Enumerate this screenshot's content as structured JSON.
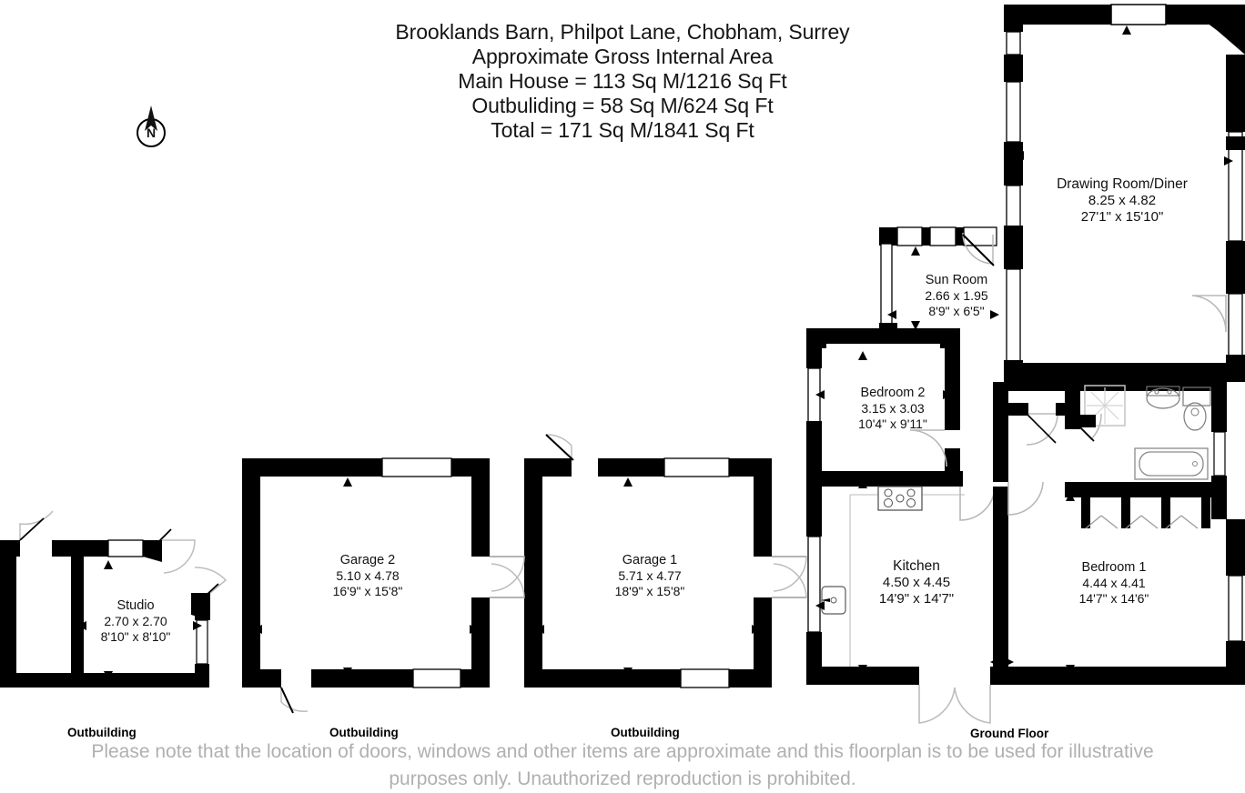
{
  "title": {
    "line1": "Brooklands Barn, Philpot Lane, Chobham, Surrey",
    "line2": "Approximate Gross Internal Area",
    "line3": "Main House = 113 Sq M/1216 Sq Ft",
    "line4": "Outbuliding = 58 Sq M/624 Sq Ft",
    "line5": "Total = 171 Sq M/1841 Sq Ft"
  },
  "compass": {
    "label": "N"
  },
  "rooms": [
    {
      "id": "drawing-room-diner",
      "name": "Drawing Room/Diner",
      "dim_metric": "8.25 x 4.82",
      "dim_imperial": "27'1\" x 15'10\""
    },
    {
      "id": "sun-room",
      "name": "Sun Room",
      "dim_metric": "2.66 x 1.95",
      "dim_imperial": "8'9\" x 6'5\""
    },
    {
      "id": "bedroom-2",
      "name": "Bedroom 2",
      "dim_metric": "3.15 x 3.03",
      "dim_imperial": "10'4\" x 9'11\""
    },
    {
      "id": "kitchen",
      "name": "Kitchen",
      "dim_metric": "4.50 x 4.45",
      "dim_imperial": "14'9\" x 14'7\""
    },
    {
      "id": "bedroom-1",
      "name": "Bedroom 1",
      "dim_metric": "4.44 x 4.41",
      "dim_imperial": "14'7\" x 14'6\""
    },
    {
      "id": "garage-1",
      "name": "Garage 1",
      "dim_metric": "5.71 x 4.77",
      "dim_imperial": "18'9\" x 15'8\""
    },
    {
      "id": "garage-2",
      "name": "Garage 2",
      "dim_metric": "5.10 x 4.78",
      "dim_imperial": "16'9\" x 15'8\""
    },
    {
      "id": "studio",
      "name": "Studio",
      "dim_metric": "2.70 x 2.70",
      "dim_imperial": "8'10\" x 8'10\""
    }
  ],
  "floor_captions": [
    {
      "id": "studio-caption",
      "label": "Outbuilding"
    },
    {
      "id": "garage2-caption",
      "label": "Outbuilding"
    },
    {
      "id": "garage1-caption",
      "label": "Outbuilding"
    },
    {
      "id": "main-caption",
      "label": "Ground Floor"
    }
  ],
  "disclaimer": {
    "line1": "Please note that the location of doors, windows and other items are approximate and this floorplan is to be used for illustrative",
    "line2": "purposes only. Unauthorized reproduction is prohibited."
  },
  "colors": {
    "wall": "#000000",
    "window": "#ffffff",
    "fixture_outline": "#9a9a9a",
    "disclaimer_text": "#b0b0b0",
    "text": "#111111"
  }
}
